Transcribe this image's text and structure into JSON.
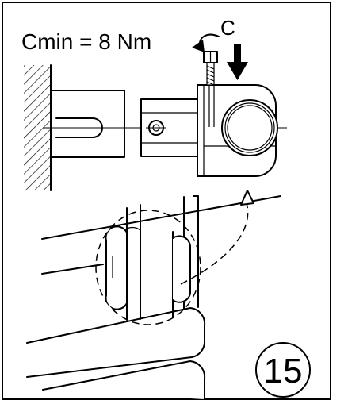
{
  "torque": {
    "label": "Cmin = 8 Nm",
    "rotation_label": "C"
  },
  "step": {
    "number": "15"
  },
  "colors": {
    "ink": "#000000",
    "background": "#ffffff"
  },
  "icons": {
    "rotation": "curved-arrow-icon",
    "press": "down-arrow-icon",
    "zoom": "dashed-callout-arrow-icon"
  }
}
